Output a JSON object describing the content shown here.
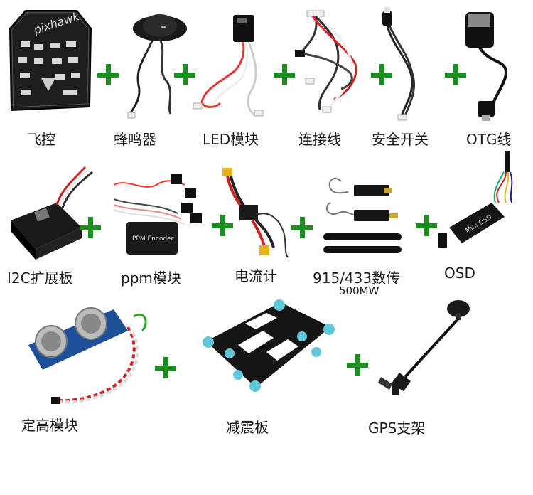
{
  "items": [
    {
      "name": "flight-controller",
      "label": "飞控"
    },
    {
      "name": "buzzer",
      "label": "蜂鸣器"
    },
    {
      "name": "led-module",
      "label": "LED模块"
    },
    {
      "name": "cables",
      "label": "连接线"
    },
    {
      "name": "safety-switch",
      "label": "安全开关"
    },
    {
      "name": "otg-cable",
      "label": "OTG线"
    },
    {
      "name": "i2c-board",
      "label": "I2C扩展板"
    },
    {
      "name": "ppm-module",
      "label": "ppm模块",
      "device_text": "PPM Encoder"
    },
    {
      "name": "power-module",
      "label": "电流计"
    },
    {
      "name": "telemetry",
      "label": "915/433数传",
      "sublabel": "500MW"
    },
    {
      "name": "osd",
      "label": "OSD",
      "device_text": "Mini OSD"
    },
    {
      "name": "altitude-module",
      "label": "定高模块"
    },
    {
      "name": "damping-plate",
      "label": "减震板"
    },
    {
      "name": "gps-mount",
      "label": "GPS支架"
    }
  ],
  "logo_text": "pixhawk",
  "plus_color": "#1a8f1f"
}
